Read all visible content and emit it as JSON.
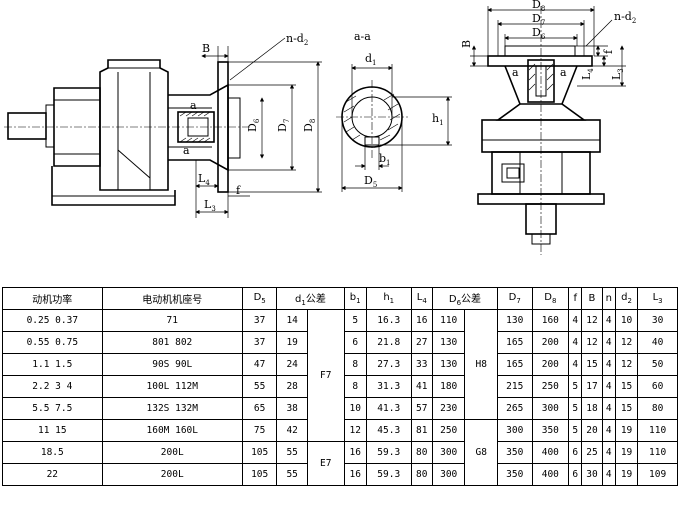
{
  "labels": {
    "B": "B",
    "n_d2": "n-d",
    "n_d2_sub": "2",
    "a_left": "a",
    "a_left2": "a",
    "D6": "D",
    "D6_sub": "6",
    "D7": "D",
    "D7_sub": "7",
    "D8": "D",
    "D8_sub": "8",
    "L4": "L",
    "L4_sub": "4",
    "f": "f",
    "L3": "L",
    "L3_sub": "3",
    "section": "a-a",
    "d1": "d",
    "d1_sub": "1",
    "h1": "h",
    "h1_sub": "1",
    "b1": "b",
    "b1_sub": "1",
    "D5": "D",
    "D5_sub": "5",
    "r_D8": "D",
    "r_D8_sub": "8",
    "r_D7": "D",
    "r_D7_sub": "7",
    "r_D6": "D",
    "r_D6_sub": "6",
    "r_B": "B",
    "r_n_d2": "n-d",
    "r_n_d2_sub": "2",
    "r_f": "f",
    "r_L4": "L",
    "r_L4_sub": "4",
    "r_L3": "L",
    "r_L3_sub": "3",
    "r_a1": "a",
    "r_a2": "a"
  },
  "table": {
    "headers": {
      "power": "动机功率",
      "frame": "电动机机座号",
      "D5": "D",
      "D5_sub": "5",
      "d1tol": "d",
      "d1tol_sub": "1",
      "d1tol_suffix": "公差",
      "b1": "b",
      "b1_sub": "1",
      "h1": "h",
      "h1_sub": "1",
      "L4": "L",
      "L4_sub": "4",
      "D6tol": "D",
      "D6tol_sub": "6",
      "D6tol_suffix": "公差",
      "D7": "D",
      "D7_sub": "7",
      "D8": "D",
      "D8_sub": "8",
      "f": "f",
      "B": "B",
      "n": "n",
      "d2": "d",
      "d2_sub": "2",
      "L3": "L",
      "L3_sub": "3"
    },
    "rows": [
      {
        "power": "0.25  0.37",
        "frame": "71",
        "D5": "37",
        "d1": "14",
        "b1": "5",
        "h1": "16.3",
        "L4": "16",
        "D6": "110",
        "D7": "130",
        "D8": "160",
        "f": "4",
        "B": "12",
        "n": "4",
        "d2": "10",
        "L3": "30"
      },
      {
        "power": "0.55  0.75",
        "frame": "801  802",
        "D5": "37",
        "d1": "19",
        "b1": "6",
        "h1": "21.8",
        "L4": "27",
        "D6": "130",
        "D7": "165",
        "D8": "200",
        "f": "4",
        "B": "12",
        "n": "4",
        "d2": "12",
        "L3": "40"
      },
      {
        "power": "1.1 1.5",
        "frame": "90S 90L",
        "D5": "47",
        "d1": "24",
        "b1": "8",
        "h1": "27.3",
        "L4": "33",
        "D6": "130",
        "D7": "165",
        "D8": "200",
        "f": "4",
        "B": "15",
        "n": "4",
        "d2": "12",
        "L3": "50"
      },
      {
        "power": "2.2 3 4",
        "frame": "100L  112M",
        "D5": "55",
        "d1": "28",
        "b1": "8",
        "h1": "31.3",
        "L4": "41",
        "D6": "180",
        "D7": "215",
        "D8": "250",
        "f": "5",
        "B": "17",
        "n": "4",
        "d2": "15",
        "L3": "60"
      },
      {
        "power": "5.5 7.5",
        "frame": "132S  132M",
        "D5": "65",
        "d1": "38",
        "b1": "10",
        "h1": "41.3",
        "L4": "57",
        "D6": "230",
        "D7": "265",
        "D8": "300",
        "f": "5",
        "B": "18",
        "n": "4",
        "d2": "15",
        "L3": "80"
      },
      {
        "power": "11 15",
        "frame": "160M  160L",
        "D5": "75",
        "d1": "42",
        "b1": "12",
        "h1": "45.3",
        "L4": "81",
        "D6": "250",
        "D7": "300",
        "D8": "350",
        "f": "5",
        "B": "20",
        "n": "4",
        "d2": "19",
        "L3": "110"
      },
      {
        "power": "18.5",
        "frame": "200L",
        "D5": "105",
        "d1": "55",
        "b1": "16",
        "h1": "59.3",
        "L4": "80",
        "D6": "300",
        "D7": "350",
        "D8": "400",
        "f": "6",
        "B": "25",
        "n": "4",
        "d2": "19",
        "L3": "110"
      },
      {
        "power": "22",
        "frame": "200L",
        "D5": "105",
        "d1": "55",
        "b1": "16",
        "h1": "59.3",
        "L4": "80",
        "D6": "300",
        "D7": "350",
        "D8": "400",
        "f": "6",
        "B": "30",
        "n": "4",
        "d2": "19",
        "L3": "109"
      }
    ],
    "d1_tol_F7": "F7",
    "d1_tol_E7": "E7",
    "D6_tol_H8": "H8",
    "D6_tol_G8": "G8"
  }
}
